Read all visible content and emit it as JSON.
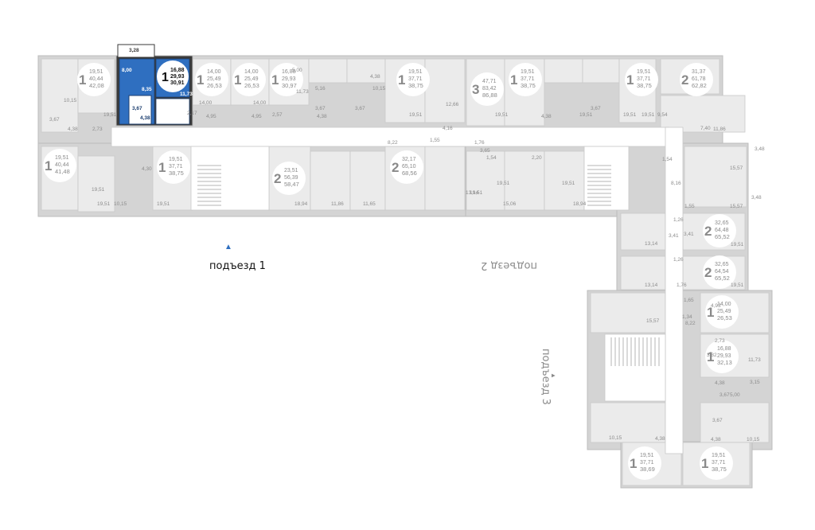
{
  "entrances": [
    {
      "label": "подъезд 1",
      "color": "#111111"
    },
    {
      "label": "подъезд 2",
      "color": "#8a8a8a"
    },
    {
      "label": "подъезд 3",
      "color": "#8a8a8a"
    }
  ],
  "highlighted_apartment": {
    "rooms": "1",
    "living": "16,88",
    "area": "29,93",
    "total": "30,91",
    "room_areas": [
      "8,00",
      "8,35",
      "3,67",
      "4,38",
      "11,73",
      "3,28"
    ],
    "color": "#2f6fc0"
  },
  "apartments": [
    {
      "rooms": "1",
      "a": "19,51",
      "b": "40,44",
      "c": "42,08"
    },
    {
      "rooms": "1",
      "a": "14,00",
      "b": "25,49",
      "c": "26,53"
    },
    {
      "rooms": "1",
      "a": "14,00",
      "b": "25,49",
      "c": "26,53"
    },
    {
      "rooms": "1",
      "a": "16,88",
      "b": "29,93",
      "c": "30,97"
    },
    {
      "rooms": "1",
      "a": "19,51",
      "b": "37,71",
      "c": "38,75"
    },
    {
      "rooms": "3",
      "a": "47,71",
      "b": "83,42",
      "c": "86,88"
    },
    {
      "rooms": "1",
      "a": "19,51",
      "b": "37,71",
      "c": "38,75"
    },
    {
      "rooms": "1",
      "a": "19,51",
      "b": "37,71",
      "c": "38,75"
    },
    {
      "rooms": "2",
      "a": "31,37",
      "b": "61,78",
      "c": "62,82"
    },
    {
      "rooms": "1",
      "a": "19,51",
      "b": "40,44",
      "c": "41,48"
    },
    {
      "rooms": "1",
      "a": "19,51",
      "b": "37,71",
      "c": "38,75"
    },
    {
      "rooms": "2",
      "a": "23,51",
      "b": "56,39",
      "c": "58,47"
    },
    {
      "rooms": "2",
      "a": "32,17",
      "b": "65,10",
      "c": "68,56"
    },
    {
      "rooms": "2",
      "a": "32,65",
      "b": "64,48",
      "c": "65,52"
    },
    {
      "rooms": "2",
      "a": "32,65",
      "b": "64,54",
      "c": "65,52"
    },
    {
      "rooms": "1",
      "a": "14,00",
      "b": "25,49",
      "c": "26,53"
    },
    {
      "rooms": "1",
      "a": "16,88",
      "b": "29,93",
      "c": "32,13"
    },
    {
      "rooms": "1",
      "a": "19,51",
      "b": "37,71",
      "c": "38,69"
    },
    {
      "rooms": "1",
      "a": "19,51",
      "b": "37,71",
      "c": "38,75"
    }
  ],
  "room_labels": [
    "10,15",
    "4,38",
    "2,73",
    "19,51",
    "3,67",
    "4,30",
    "10,15",
    "19,51",
    "14,00",
    "4,95",
    "2,57",
    "5,16",
    "14,00",
    "4,95",
    "3,67",
    "4,38",
    "10,15",
    "12,66",
    "19,51",
    "8,22",
    "1,55",
    "1,76",
    "4,16",
    "3,65",
    "1,54",
    "2,20",
    "4,38",
    "8,16",
    "19,51",
    "11,86",
    "15,57",
    "15,57",
    "1,55",
    "13,14",
    "15,06",
    "13,14",
    "18,94",
    "11,65",
    "18,94",
    "11,86",
    "7,40",
    "11,73",
    "1,26",
    "1,26",
    "3,41",
    "19,51",
    "13,14",
    "1,76",
    "19,51",
    "1,65",
    "1,34",
    "15,57",
    "8,22",
    "4,93",
    "11,73",
    "2,73",
    "3,82",
    "4,38",
    "3,67",
    "5,00",
    "3,15",
    "10,15",
    "4,38",
    "10,15",
    "4,38",
    "3,67",
    "19,51",
    "19,51",
    "5,00",
    "4,38",
    "19,51",
    "9,54",
    "19,51",
    "19,51",
    "19,51",
    "19,51",
    "19,51",
    "3,67",
    "3,67",
    "3,48",
    "1,54",
    "3,41",
    "3,48",
    "2,17"
  ]
}
